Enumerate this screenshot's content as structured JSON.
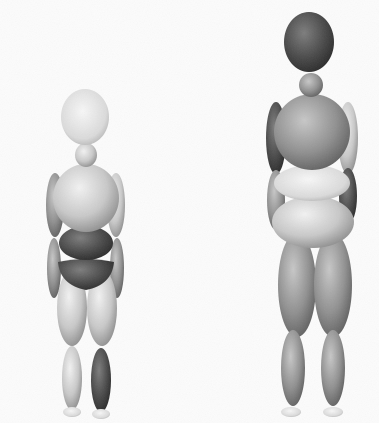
{
  "figures": [
    {
      "name": "small-mannequin",
      "shaded_regions": [
        "pelvis",
        "right-lower-leg"
      ]
    },
    {
      "name": "large-mannequin",
      "shaded_regions": [
        "head",
        "upper-arms",
        "lower-left-arm"
      ]
    }
  ],
  "colors": {
    "background": "#ffffff",
    "light_shade": "#e6e6e6",
    "mid_shade": "#9a9a9a",
    "dark_shade": "#3a3a3a"
  }
}
